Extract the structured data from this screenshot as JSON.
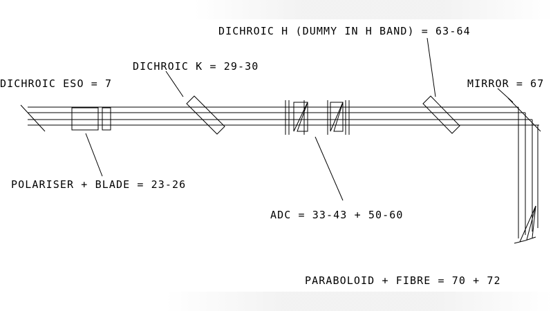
{
  "labels": {
    "dichroic_eso": "DICHROIC ESO = 7",
    "dichroic_k": "DICHROIC K = 29-30",
    "dichroic_h": "DICHROIC H (DUMMY IN H BAND) = 63-64",
    "mirror": "MIRROR = 67",
    "polariser_blade": "POLARISER + BLADE = 23-26",
    "adc": "ADC = 33-43 + 50-60",
    "paraboloid_fibre": "PARABOLOID + FIBRE = 70 + 72"
  },
  "colors": {
    "line": "#000000",
    "background": "#ffffff"
  }
}
